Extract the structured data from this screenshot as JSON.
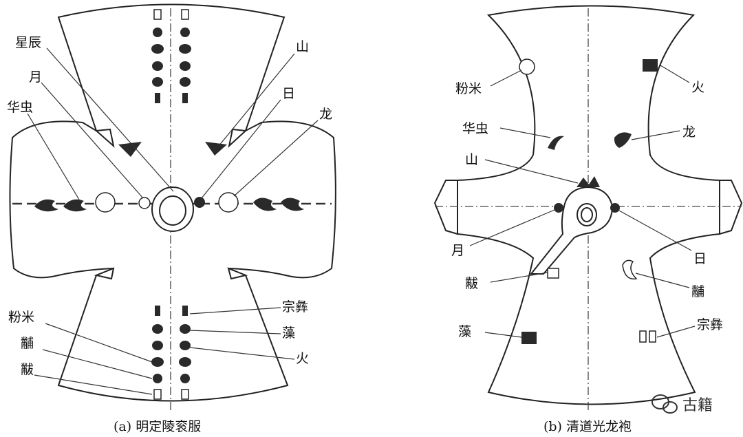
{
  "left_figure": {
    "caption": "(a) 明定陵衮服",
    "labels": {
      "xingchen": "星辰",
      "yue": "月",
      "huachong": "华虫",
      "shan": "山",
      "ri": "日",
      "long": "龙",
      "fenmi": "粉米",
      "fu": "黼",
      "fu2": "黻",
      "zongyi": "宗彝",
      "zao": "藻",
      "huo": "火"
    }
  },
  "right_figure": {
    "caption": "(b) 清道光龙袍",
    "labels": {
      "fenmi": "粉米",
      "huachong": "华虫",
      "shan": "山",
      "yue": "月",
      "fu2": "黻",
      "zao": "藻",
      "huo": "火",
      "long": "龙",
      "ri": "日",
      "fu": "黼",
      "zongyi": "宗彝"
    }
  },
  "watermark": {
    "text": "古籍",
    "icon": "wechat-icon"
  }
}
